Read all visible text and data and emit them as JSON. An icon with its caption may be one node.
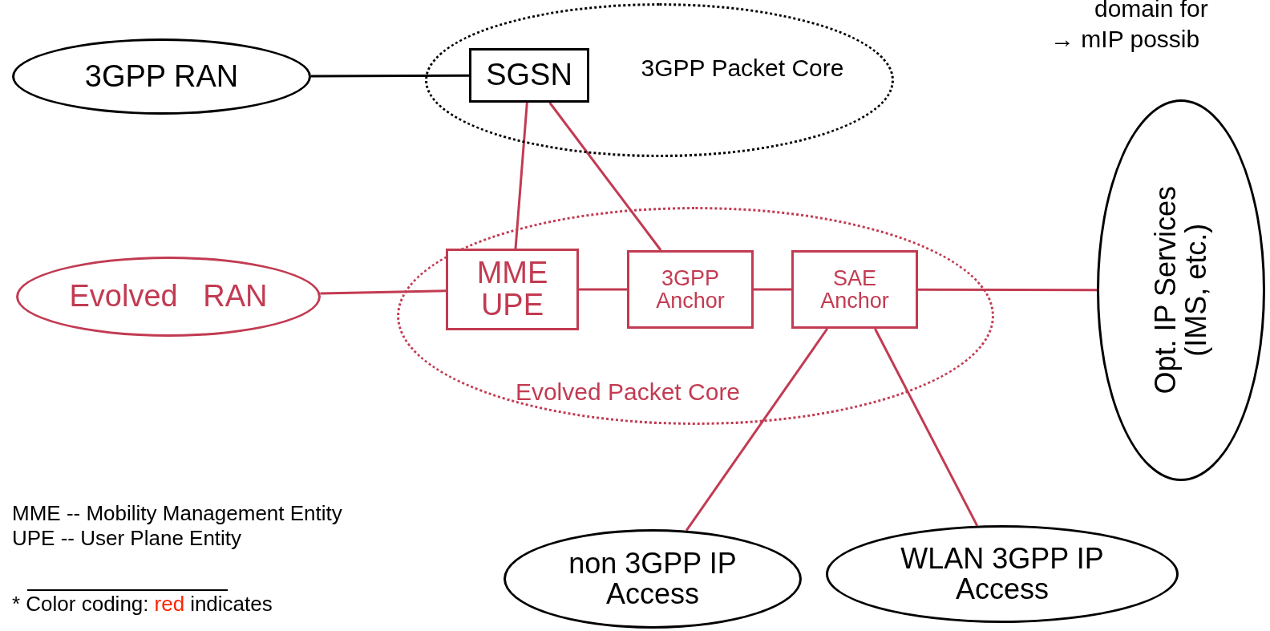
{
  "diagram": {
    "nodes": [
      {
        "text": [
          "3GPP RAN"
        ]
      },
      {
        "text": [
          "3GPP Packet Core"
        ]
      },
      {
        "text": [
          "SGSN"
        ],
        "in": 1
      },
      {
        "text": [
          "Evolved Packet Core"
        ]
      },
      {
        "text": [
          "Evolved   RAN"
        ]
      },
      {
        "text": [
          "MME UPE"
        ],
        "in": 3
      },
      {
        "text": [
          "3GPP Anchor"
        ],
        "in": 3
      },
      {
        "text": [
          "SAE Anchor"
        ],
        "in": 3
      },
      {
        "text": [
          "Opt. IP Services (IMS, etc.)"
        ]
      },
      {
        "text": [
          "non 3GPP IP Access"
        ]
      },
      {
        "text": [
          "WLAN 3GPP IP Access"
        ]
      }
    ],
    "edges": [
      {
        "from": 0,
        "to": 2,
        "arrow": "none",
        "color": "#000000"
      },
      {
        "from": 2,
        "to": 5,
        "arrow": "none"
      },
      {
        "from": 2,
        "to": 6,
        "arrow": "none"
      },
      {
        "from": 4,
        "to": 5,
        "arrow": "none"
      },
      {
        "from": 5,
        "to": 6,
        "arrow": "none"
      },
      {
        "from": 6,
        "to": 7,
        "arrow": "none"
      },
      {
        "from": 7,
        "to": 8,
        "arrow": "none"
      },
      {
        "from": 7,
        "to": 9,
        "arrow": "none"
      },
      {
        "from": 7,
        "to": 10,
        "arrow": "none"
      }
    ],
    "labels": [
      "domain for",
      "→ mIP possib",
      "MME -- Mobility Management Entity",
      "UPE -- User Plane Entity",
      "* Color coding:",
      "red",
      "indicates"
    ]
  }
}
